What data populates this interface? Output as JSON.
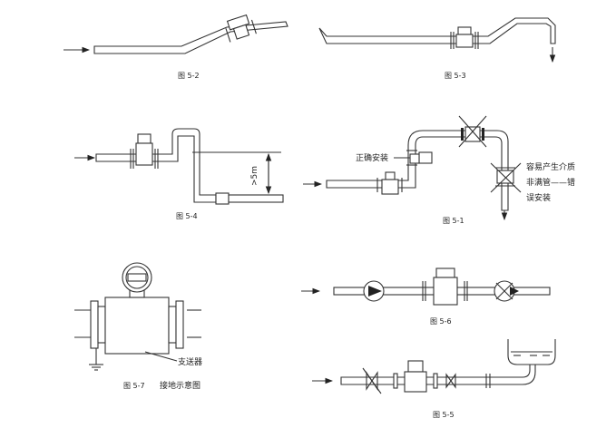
{
  "figures": {
    "fig52": {
      "caption": "图 5-2"
    },
    "fig53": {
      "caption": "图 5-3"
    },
    "fig54": {
      "caption": "图 5-4",
      "height_label": ">5m"
    },
    "fig51": {
      "caption": "图 5-1",
      "correct_label": "正确安装",
      "wrong_label_line1": "容易产生介质",
      "wrong_label_line2": "非满管——错",
      "wrong_label_line3": "误安装"
    },
    "fig56": {
      "caption": "图 5-6"
    },
    "fig57": {
      "caption": "图 5-7",
      "title": "接地示意图",
      "support_label": "支送器"
    },
    "fig55": {
      "caption": "图 5-5"
    }
  }
}
